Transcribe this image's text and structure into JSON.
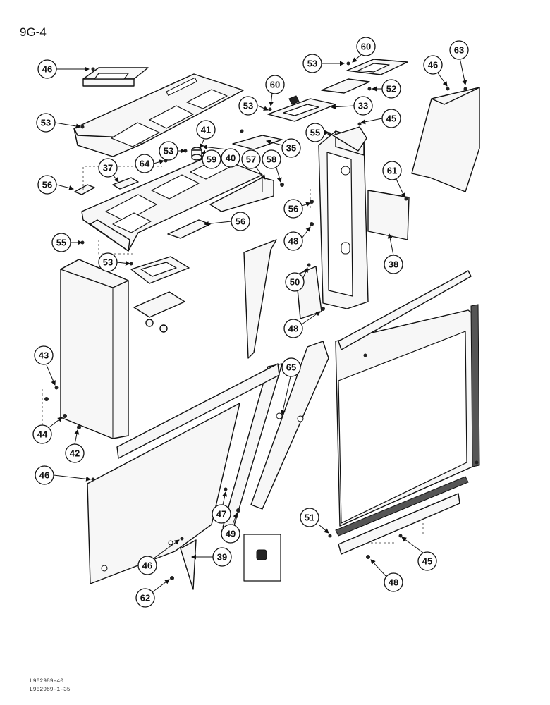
{
  "page": {
    "title": "9G-4"
  },
  "footer": {
    "line1": "L902989-40",
    "line2": "L902989-1-35"
  },
  "callouts": [
    "46",
    "53",
    "60",
    "53",
    "52",
    "63",
    "46",
    "60",
    "53",
    "33",
    "45",
    "55",
    "41",
    "53",
    "59",
    "40",
    "35",
    "64",
    "37",
    "57",
    "58",
    "61",
    "56",
    "56",
    "56",
    "55",
    "48",
    "53",
    "38",
    "50",
    "48",
    "43",
    "65",
    "44",
    "42",
    "46",
    "47",
    "49",
    "51",
    "45",
    "46",
    "39",
    "62",
    "48"
  ]
}
